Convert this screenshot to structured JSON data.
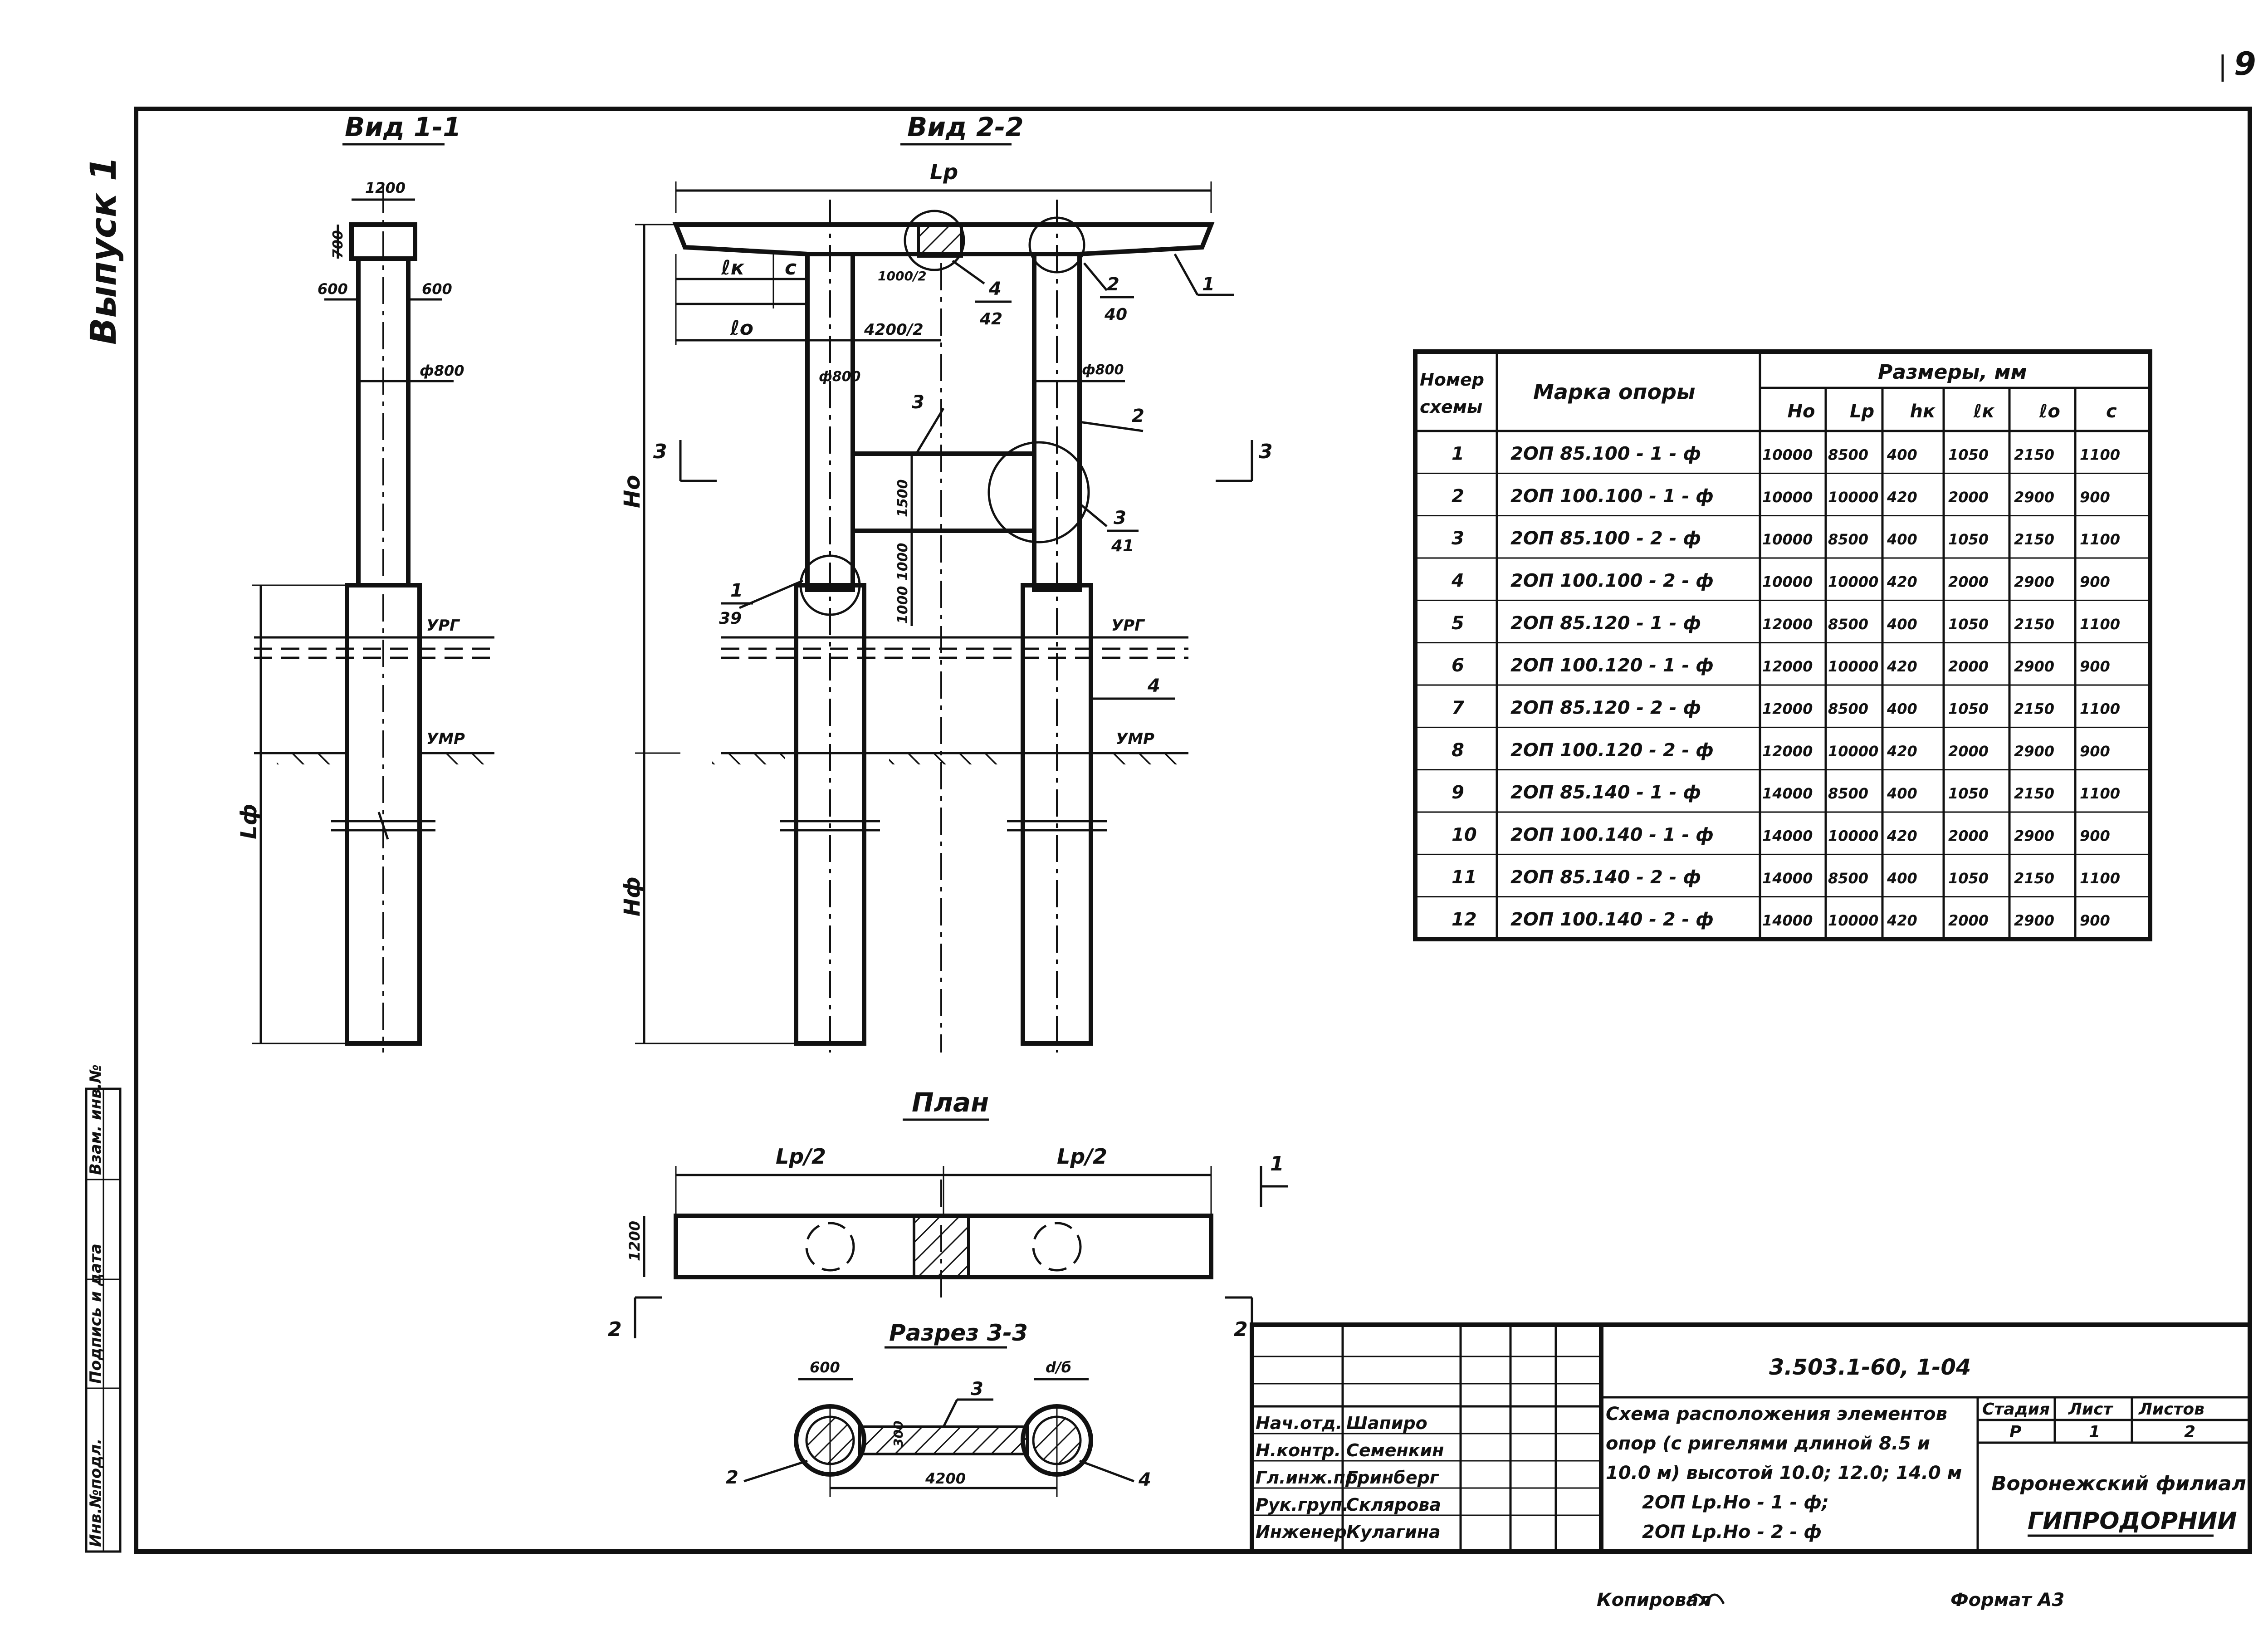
{
  "page_number": "9",
  "side_label": "Выпуск 1",
  "side_stamp": [
    "Инв.№подл.",
    "Подпись и дата",
    "Взам. инв.№"
  ],
  "views": {
    "view1": {
      "title": "Вид 1-1",
      "dim_width": "1200",
      "dim_height": "700",
      "dim_left": "600",
      "dim_right": "600",
      "dim_diam": "ф800",
      "level_water": "УРГ",
      "level_ground": "УМР",
      "dim_lf": "Lф"
    },
    "view2": {
      "title": "Вид 2-2",
      "dim_lr": "Lр",
      "dim_lk": "ℓк",
      "dim_c": "c",
      "dim_lo": "ℓо",
      "dim_half": "4200/2",
      "dim_hk": "1000/2",
      "dim_ho": "Hо",
      "dim_hf": "Hф",
      "dim_diam_left": "ф800",
      "dim_diam_right": "ф800",
      "dim_1500": "1500",
      "dim_1000a": "1000",
      "dim_1000b": "1000",
      "level_water": "УРГ",
      "level_ground": "УМР",
      "section_mark": "3",
      "callouts": [
        {
          "num": "1",
          "sub": "39"
        },
        {
          "num": "2",
          "sub": "40"
        },
        {
          "num": "3",
          "sub": "41"
        },
        {
          "num": "4",
          "sub": "42"
        }
      ],
      "item_labels": [
        "1",
        "2",
        "3",
        "4"
      ]
    },
    "plan": {
      "title": "План",
      "half_left": "Lр/2",
      "half_right": "Lр/2",
      "width": "1200",
      "mark1": "1",
      "mark2": "2"
    },
    "section": {
      "title": "Разрез 3-3",
      "dim_600": "600",
      "dim_d": "d/б",
      "dim_300": "300",
      "dim_4200": "4200",
      "label_3": "3",
      "label_2": "2",
      "label_4": "4"
    }
  },
  "table": {
    "col_num": [
      "Номер",
      "схемы"
    ],
    "col_mark": "Марка опоры",
    "col_dims": "Размеры, мм",
    "sub_headers": [
      "Hо",
      "Lр",
      "hк",
      "ℓк",
      "ℓо",
      "c"
    ],
    "rows": [
      {
        "n": "1",
        "mark": "2ОП 85.100 - 1 - ф",
        "vals": [
          "10000",
          "8500",
          "400",
          "1050",
          "2150",
          "1100"
        ]
      },
      {
        "n": "2",
        "mark": "2ОП 100.100 - 1 - ф",
        "vals": [
          "10000",
          "10000",
          "420",
          "2000",
          "2900",
          "900"
        ]
      },
      {
        "n": "3",
        "mark": "2ОП 85.100 - 2 - ф",
        "vals": [
          "10000",
          "8500",
          "400",
          "1050",
          "2150",
          "1100"
        ]
      },
      {
        "n": "4",
        "mark": "2ОП 100.100 - 2 - ф",
        "vals": [
          "10000",
          "10000",
          "420",
          "2000",
          "2900",
          "900"
        ]
      },
      {
        "n": "5",
        "mark": "2ОП 85.120 - 1 - ф",
        "vals": [
          "12000",
          "8500",
          "400",
          "1050",
          "2150",
          "1100"
        ]
      },
      {
        "n": "6",
        "mark": "2ОП 100.120 - 1 - ф",
        "vals": [
          "12000",
          "10000",
          "420",
          "2000",
          "2900",
          "900"
        ]
      },
      {
        "n": "7",
        "mark": "2ОП 85.120 - 2 - ф",
        "vals": [
          "12000",
          "8500",
          "400",
          "1050",
          "2150",
          "1100"
        ]
      },
      {
        "n": "8",
        "mark": "2ОП 100.120 - 2 - ф",
        "vals": [
          "12000",
          "10000",
          "420",
          "2000",
          "2900",
          "900"
        ]
      },
      {
        "n": "9",
        "mark": "2ОП 85.140 - 1 - ф",
        "vals": [
          "14000",
          "8500",
          "400",
          "1050",
          "2150",
          "1100"
        ]
      },
      {
        "n": "10",
        "mark": "2ОП 100.140 - 1 - ф",
        "vals": [
          "14000",
          "10000",
          "420",
          "2000",
          "2900",
          "900"
        ]
      },
      {
        "n": "11",
        "mark": "2ОП 85.140 - 2 - ф",
        "vals": [
          "14000",
          "8500",
          "400",
          "1050",
          "2150",
          "1100"
        ]
      },
      {
        "n": "12",
        "mark": "2ОП 100.140 - 2 - ф",
        "vals": [
          "14000",
          "10000",
          "420",
          "2000",
          "2900",
          "900"
        ]
      }
    ]
  },
  "title_block": {
    "doc_code": "3.503.1-60, 1-04",
    "people": [
      {
        "role": "Нач.отд.",
        "name": "Шапиро"
      },
      {
        "role": "Н.контр.",
        "name": "Семенкин"
      },
      {
        "role": "Гл.инж.пр.",
        "name": "Гринберг"
      },
      {
        "role": "Рук.груп.",
        "name": "Склярова"
      },
      {
        "role": "Инженер",
        "name": "Кулагина"
      }
    ],
    "description": [
      "Схема расположения элементов",
      "опор (с ригелями длиной 8.5 и",
      "10.0 м) высотой 10.0; 12.0; 14.0 м",
      "2ОП Lр.Hо - 1 - ф;",
      "2ОП Lр.Hо - 2 - ф"
    ],
    "stage_label": "Стадия",
    "sheet_label": "Лист",
    "sheets_label": "Листов",
    "stage": "Р",
    "sheet": "1",
    "sheets": "2",
    "org_line1": "Воронежский филиал",
    "org_line2": "ГИПРОДОРНИИ"
  },
  "footer": {
    "copied": "Копировал",
    "format": "Формат А3"
  }
}
